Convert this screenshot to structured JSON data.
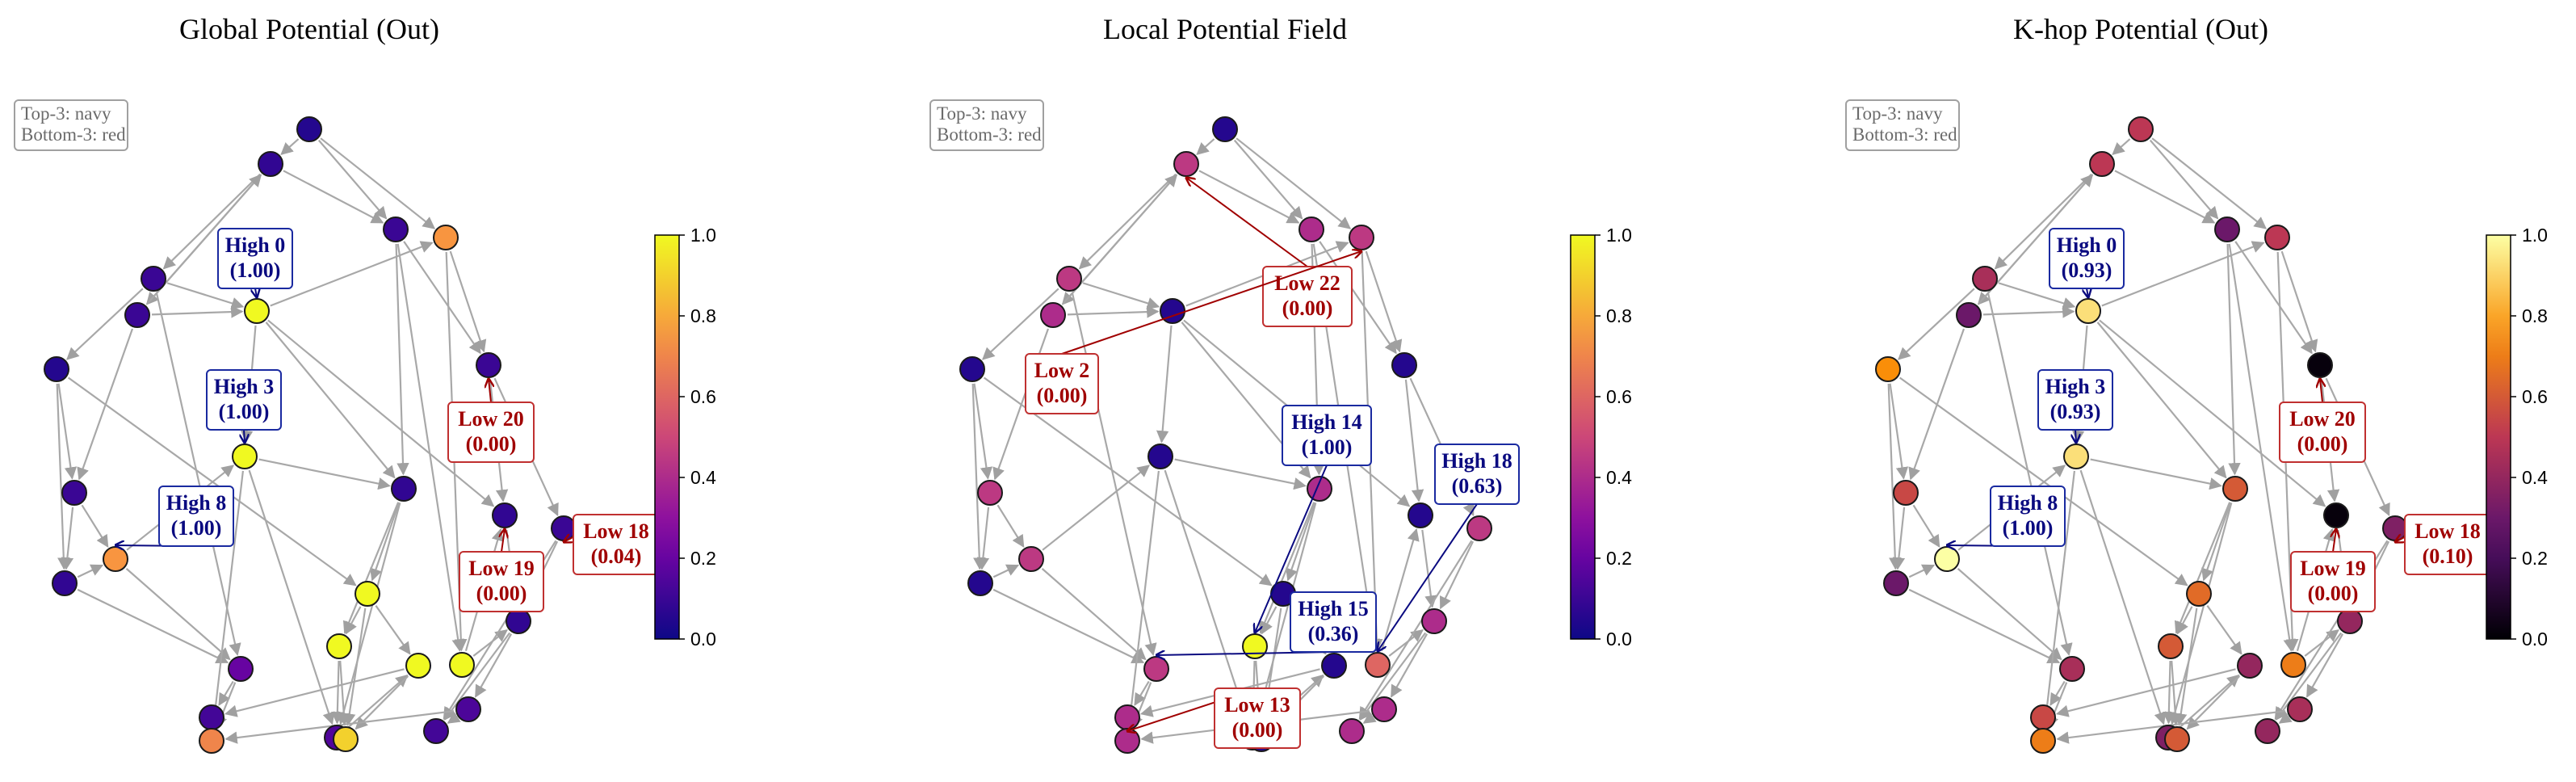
{
  "panels": [
    {
      "title": "Global Potential (Out)",
      "legend": [
        "Top-3: navy",
        "Bottom-3: red"
      ],
      "colormap": "plasma",
      "colorbar_ticks": [
        "0.0",
        "0.2",
        "0.4",
        "0.6",
        "0.8",
        "1.0"
      ],
      "callouts": [
        {
          "line1": "High 0",
          "line2": "(1.00)",
          "kind": "high"
        },
        {
          "line1": "High 3",
          "line2": "(1.00)",
          "kind": "high"
        },
        {
          "line1": "High 8",
          "line2": "(1.00)",
          "kind": "high"
        },
        {
          "line1": "Low 20",
          "line2": "(0.00)",
          "kind": "low"
        },
        {
          "line1": "Low 19",
          "line2": "(0.00)",
          "kind": "low"
        },
        {
          "line1": "Low 18",
          "line2": "(0.04)",
          "kind": "low"
        }
      ],
      "nodes": [
        0.05,
        0.08,
        0.75,
        0.1,
        0.1,
        0.05,
        0.1,
        0.08,
        0.75,
        1.0,
        1.0,
        0.1,
        0.08,
        1.0,
        1.0,
        0.15,
        0.1,
        1.0,
        0.08,
        0.1,
        0.08,
        0.2,
        1.0,
        0.12,
        0.14,
        0.7,
        0.9,
        0.12
      ]
    },
    {
      "title": "Local Potential Field",
      "legend": [
        "Top-3: navy",
        "Bottom-3: red"
      ],
      "colormap": "plasma",
      "colorbar_ticks": [
        "0.0",
        "0.2",
        "0.4",
        "0.6",
        "0.8",
        "1.0"
      ],
      "callouts": [
        {
          "line1": "Low 22",
          "line2": "(0.00)",
          "kind": "low"
        },
        {
          "line1": "Low 2",
          "line2": "(0.00)",
          "kind": "low"
        },
        {
          "line1": "High 14",
          "line2": "(1.00)",
          "kind": "high"
        },
        {
          "line1": "High 18",
          "line2": "(0.63)",
          "kind": "high"
        },
        {
          "line1": "High 15",
          "line2": "(0.36)",
          "kind": "high"
        },
        {
          "line1": "Low 13",
          "line2": "(0.00)",
          "kind": "low"
        }
      ],
      "nodes": [
        0.05,
        0.45,
        0.45,
        0.45,
        0.4,
        0.05,
        0.45,
        0.05,
        0.45,
        0.05,
        0.05,
        0.4,
        0.4,
        0.05,
        1.0,
        0.45,
        0.05,
        0.6,
        0.05,
        0.45,
        0.4,
        0.45,
        0.05,
        0.4,
        0.4,
        0.4,
        0.05,
        0.4
      ]
    },
    {
      "title": "K-hop Potential (Out)",
      "legend": [
        "Top-3: navy",
        "Bottom-3: red"
      ],
      "colormap": "inferno",
      "colorbar_ticks": [
        "0.0",
        "0.2",
        "0.4",
        "0.6",
        "0.8",
        "1.0"
      ],
      "callouts": [
        {
          "line1": "High 0",
          "line2": "(0.93)",
          "kind": "high"
        },
        {
          "line1": "High 3",
          "line2": "(0.93)",
          "kind": "high"
        },
        {
          "line1": "High 8",
          "line2": "(1.00)",
          "kind": "high"
        },
        {
          "line1": "Low 20",
          "line2": "(0.00)",
          "kind": "low"
        },
        {
          "line1": "Low 19",
          "line2": "(0.00)",
          "kind": "low"
        },
        {
          "line1": "Low 18",
          "line2": "(0.10)",
          "kind": "low"
        }
      ],
      "nodes": [
        0.5,
        0.5,
        0.5,
        0.45,
        0.3,
        0.75,
        0.55,
        0.3,
        1.0,
        0.93,
        0.93,
        0.3,
        0.6,
        0.65,
        0.6,
        0.35,
        0.02,
        0.7,
        0.02,
        0.35,
        0.4,
        0.45,
        0.4,
        0.55,
        0.45,
        0.7,
        0.6,
        0.4
      ]
    }
  ],
  "colors": {
    "high_text": "#0a0a80",
    "low_text": "#a00000",
    "high_border": "#1a2aa0",
    "low_border": "#c03030"
  }
}
